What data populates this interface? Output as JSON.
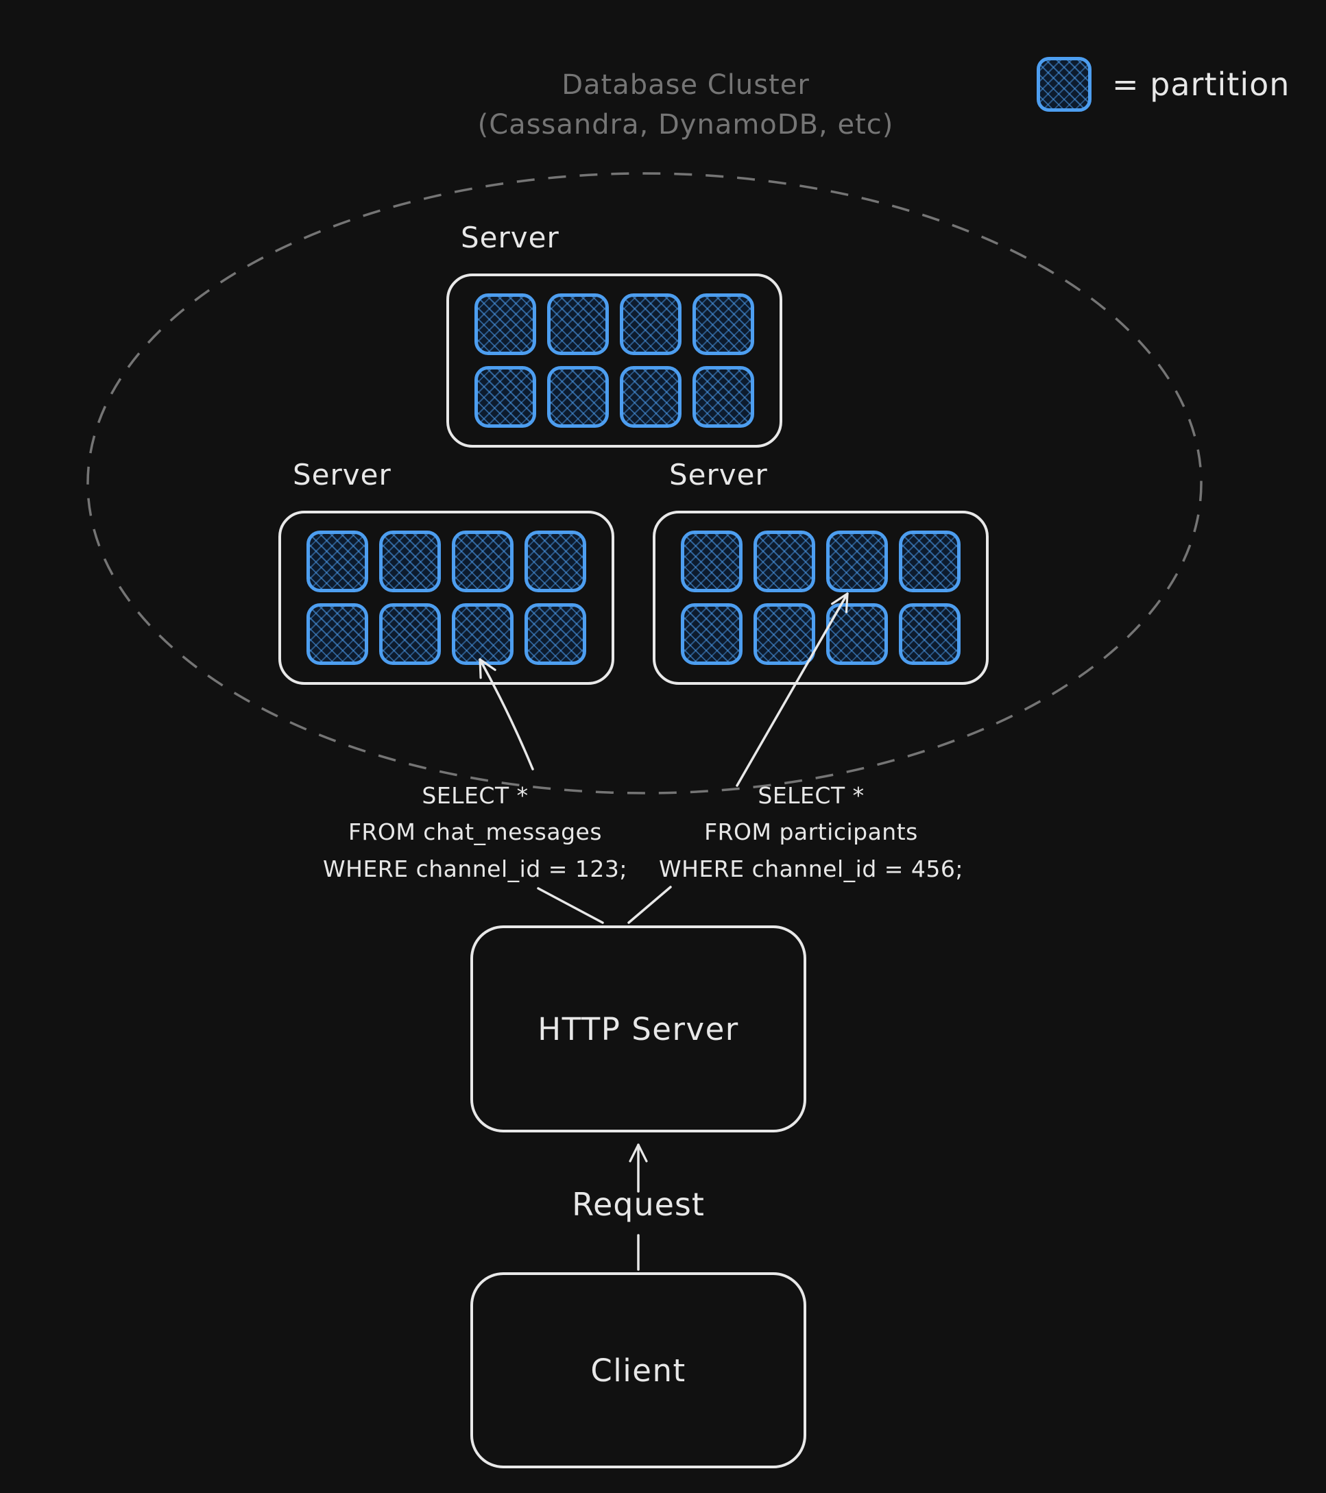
{
  "colors": {
    "background": "#111111",
    "stroke": "#e8e8e8",
    "muted": "#757575",
    "partition_blue": "#4d9ef0",
    "partition_fill": "#0d1b2d"
  },
  "title": {
    "line1": "Database Cluster",
    "line2": "(Cassandra, DynamoDB, etc)"
  },
  "legend": {
    "label": "= partition"
  },
  "cluster": {
    "servers": [
      {
        "label": "Server",
        "partitions": 8
      },
      {
        "label": "Server",
        "partitions": 8
      },
      {
        "label": "Server",
        "partitions": 8
      }
    ]
  },
  "queries": {
    "left": [
      "SELECT *",
      "FROM chat_messages",
      "WHERE channel_id = 123;"
    ],
    "right": [
      "SELECT *",
      "FROM participants",
      "WHERE channel_id = 456;"
    ]
  },
  "http_server": {
    "label": "HTTP Server"
  },
  "request": {
    "label": "Request"
  },
  "client": {
    "label": "Client"
  }
}
